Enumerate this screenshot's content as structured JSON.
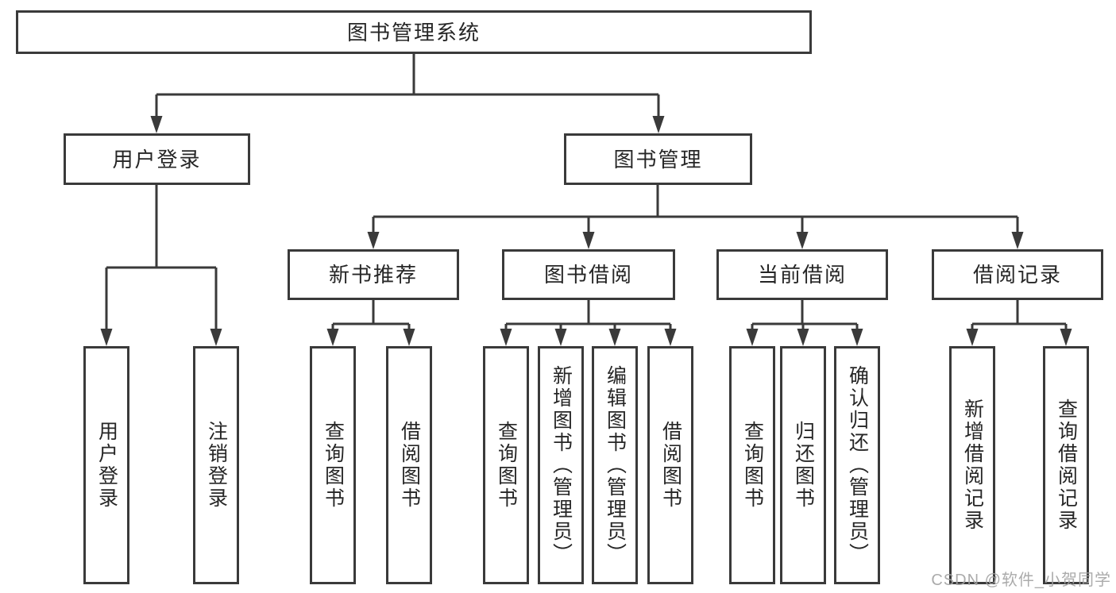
{
  "diagram": {
    "background": "#ffffff",
    "line_color": "#3a3a3a",
    "text_color": "#262626",
    "watermark": {
      "text": "CSDN @软件_小贺同学",
      "color": "#a2a2a2"
    },
    "nodes": {
      "root": {
        "label": "图书管理系统"
      },
      "level2": [
        {
          "label": "用户登录"
        },
        {
          "label": "图书管理"
        }
      ],
      "level3": [
        {
          "label": "新书推荐"
        },
        {
          "label": "图书借阅"
        },
        {
          "label": "当前借阅"
        },
        {
          "label": "借阅记录"
        }
      ],
      "leaves": [
        {
          "label": "用户登录"
        },
        {
          "label": "注销登录"
        },
        {
          "label": "查询图书"
        },
        {
          "label": "借阅图书"
        },
        {
          "label": "查询图书"
        },
        {
          "label": "新增图书（管理员）"
        },
        {
          "label": "编辑图书（管理员）"
        },
        {
          "label": "借阅图书"
        },
        {
          "label": "查询图书"
        },
        {
          "label": "归还图书"
        },
        {
          "label": "确认归还（管理员）"
        },
        {
          "label": "新增借阅记录"
        },
        {
          "label": "查询借阅记录"
        }
      ]
    }
  }
}
